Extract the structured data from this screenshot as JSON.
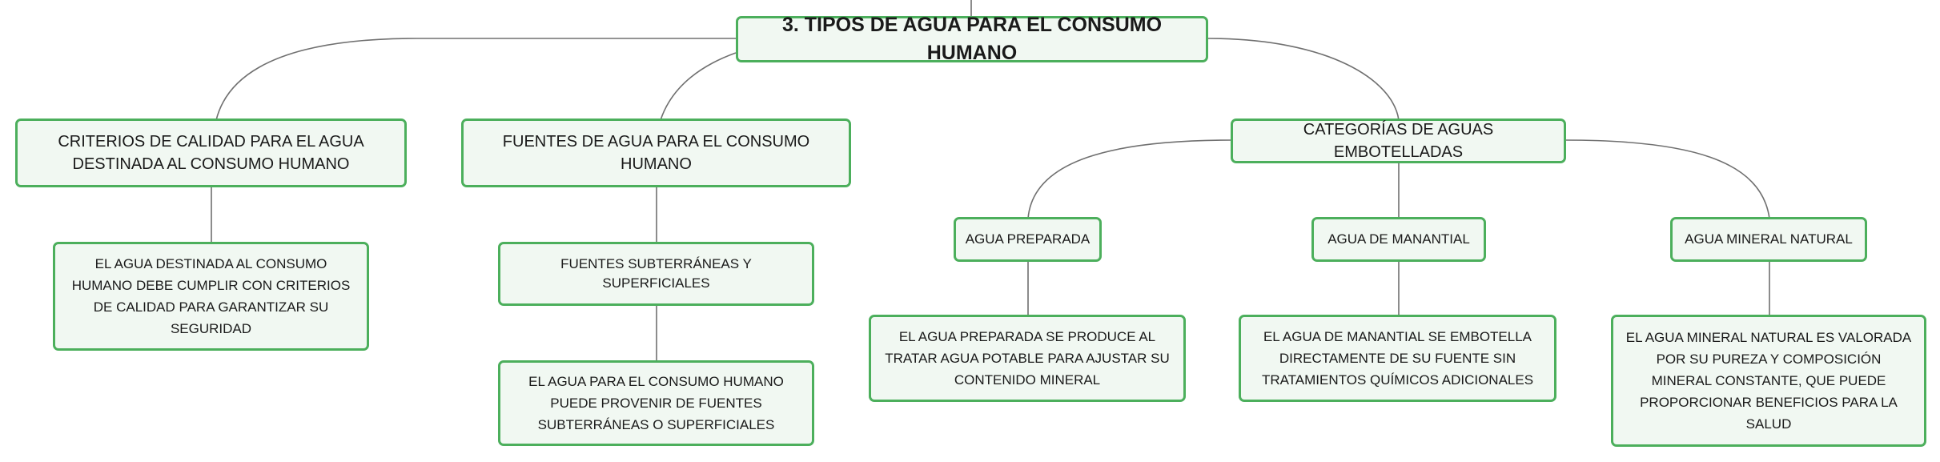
{
  "colors": {
    "border": "#4caf5c",
    "fill": "#f1f8f2",
    "connector": "#707070"
  },
  "root": {
    "label": "3. TIPOS DE AGUA PARA EL CONSUMO HUMANO"
  },
  "branches": [
    {
      "label": "CRITERIOS DE CALIDAD PARA EL AGUA DESTINADA AL CONSUMO HUMANO",
      "detail": "EL AGUA DESTINADA AL CONSUMO HUMANO DEBE CUMPLIR CON CRITERIOS DE CALIDAD PARA GARANTIZAR SU SEGURIDAD"
    },
    {
      "label": "FUENTES DE AGUA PARA EL CONSUMO HUMANO",
      "sub": "FUENTES SUBTERRÁNEAS Y SUPERFICIALES",
      "detail": "EL AGUA PARA EL CONSUMO HUMANO PUEDE PROVENIR DE FUENTES SUBTERRÁNEAS O SUPERFICIALES"
    },
    {
      "label": "CATEGORÍAS DE AGUAS EMBOTELLADAS",
      "children": [
        {
          "label": "AGUA PREPARADA",
          "detail": "EL AGUA PREPARADA SE PRODUCE AL TRATAR AGUA POTABLE PARA AJUSTAR SU CONTENIDO MINERAL"
        },
        {
          "label": "AGUA DE MANANTIAL",
          "detail": "EL AGUA DE MANANTIAL SE EMBOTELLA DIRECTAMENTE DE SU FUENTE SIN TRATAMIENTOS QUÍMICOS ADICIONALES"
        },
        {
          "label": "AGUA MINERAL NATURAL",
          "detail": "EL AGUA MINERAL NATURAL ES VALORADA POR SU PUREZA Y COMPOSICIÓN MINERAL CONSTANTE, QUE PUEDE PROPORCIONAR BENEFICIOS PARA LA SALUD"
        }
      ]
    }
  ]
}
